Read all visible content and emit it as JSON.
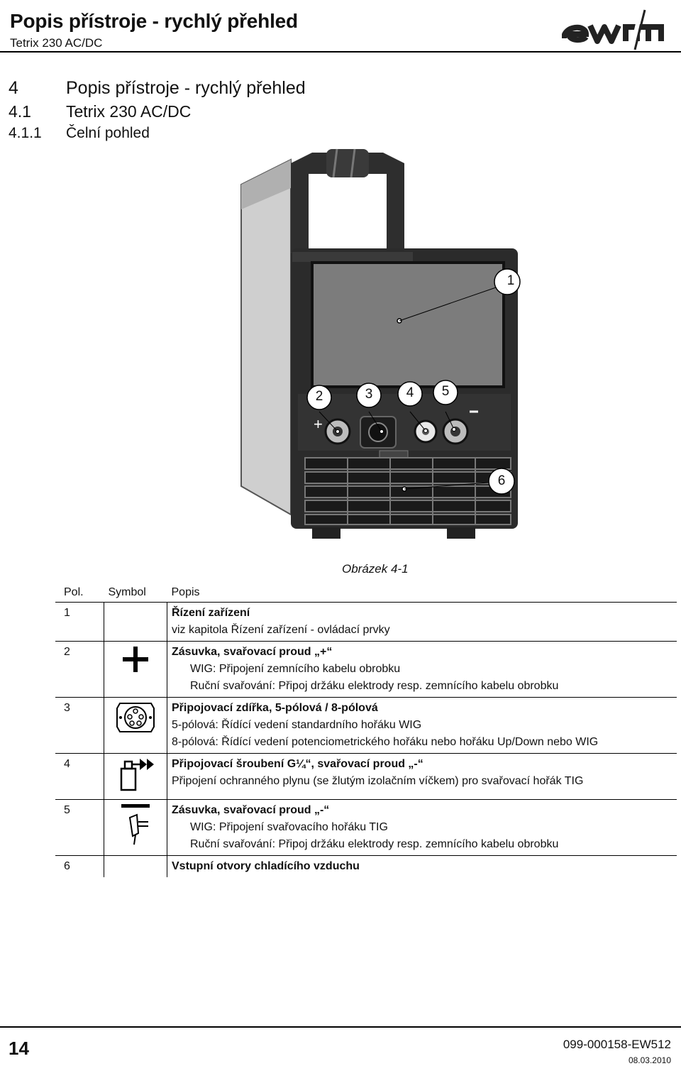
{
  "header": {
    "title": "Popis přístroje - rychlý přehled",
    "subtitle": "Tetrix 230 AC/DC",
    "logo": "ewm"
  },
  "headings": [
    {
      "num": "4",
      "text": "Popis přístroje - rychlý přehled"
    },
    {
      "num": "4.1",
      "text": "Tetrix 230 AC/DC"
    },
    {
      "num": "4.1.1",
      "text": "Čelní pohled"
    }
  ],
  "figure": {
    "callouts": [
      "1",
      "2",
      "3",
      "4",
      "5",
      "6"
    ],
    "caption": "Obrázek 4-1"
  },
  "table": {
    "headers": {
      "pol": "Pol.",
      "symbol": "Symbol",
      "desc": "Popis"
    },
    "rows": [
      {
        "pol": "1",
        "symbol": "",
        "title": "Řízení zařízení",
        "lines": [
          "viz kapitola Řízení zařízení - ovládací prvky"
        ]
      },
      {
        "pol": "2",
        "symbol": "plus-icon",
        "title": "Zásuvka, svařovací proud „+“",
        "lines": [
          "WIG: Připojení zemnícího kabelu obrobku",
          "Ruční svařování: Připoj držáku elektrody resp. zemnícího kabelu obrobku"
        ]
      },
      {
        "pol": "3",
        "symbol": "control-socket-icon",
        "title": "Připojovací zdířka, 5-pólová / 8-pólová",
        "lines": [
          "5-pólová: Řídící vedení standardního hořáku WIG",
          "8-pólová: Řídící vedení potenciometrického hořáku nebo hořáku Up/Down nebo WIG"
        ]
      },
      {
        "pol": "4",
        "symbol": "gas-cylinder-icon",
        "title": "Připojovací šroubení G¼“, svařovací proud „-“",
        "lines": [
          "Připojení ochranného plynu (se žlutým izolačním víčkem) pro svařovací hořák TIG"
        ]
      },
      {
        "pol": "5",
        "symbol": "tig-torch-minus-icon",
        "title": "Zásuvka, svařovací proud „-“",
        "lines": [
          "WIG: Připojení svařovacího hořáku TIG",
          "Ruční svařování: Připoj držáku elektrody resp. zemnícího kabelu obrobku"
        ]
      },
      {
        "pol": "6",
        "symbol": "",
        "title": "Vstupní otvory chladícího vzduchu",
        "lines": []
      }
    ]
  },
  "footer": {
    "page": "14",
    "doc_number": "099-000158-EW512",
    "date": "08.03.2010"
  }
}
